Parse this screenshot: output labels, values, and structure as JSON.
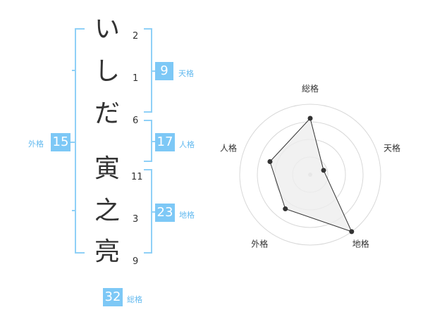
{
  "name": {
    "characters": [
      {
        "char": "い",
        "strokes": "2"
      },
      {
        "char": "し",
        "strokes": "1"
      },
      {
        "char": "だ",
        "strokes": "6"
      },
      {
        "char": "寅",
        "strokes": "11"
      },
      {
        "char": "之",
        "strokes": "3"
      },
      {
        "char": "亮",
        "strokes": "9"
      }
    ]
  },
  "fortune": {
    "tenkaku": {
      "value": "9",
      "label": "天格"
    },
    "jinkaku": {
      "value": "17",
      "label": "人格"
    },
    "chikaku": {
      "value": "23",
      "label": "地格"
    },
    "gaikaku": {
      "value": "15",
      "label": "外格"
    },
    "soukaku": {
      "value": "32",
      "label": "総格"
    }
  },
  "chart_data": {
    "type": "radar",
    "axes": [
      "総格",
      "天格",
      "地格",
      "外格",
      "人格"
    ],
    "values": [
      4,
      1,
      5,
      3,
      3
    ],
    "max": 5,
    "rings": 4,
    "line_color": "#333333",
    "fill_color": "#eeeeee"
  },
  "colors": {
    "badge": "#7dc8f6",
    "badge_label": "#62b9ef",
    "bracket": "#8fd0f7"
  }
}
